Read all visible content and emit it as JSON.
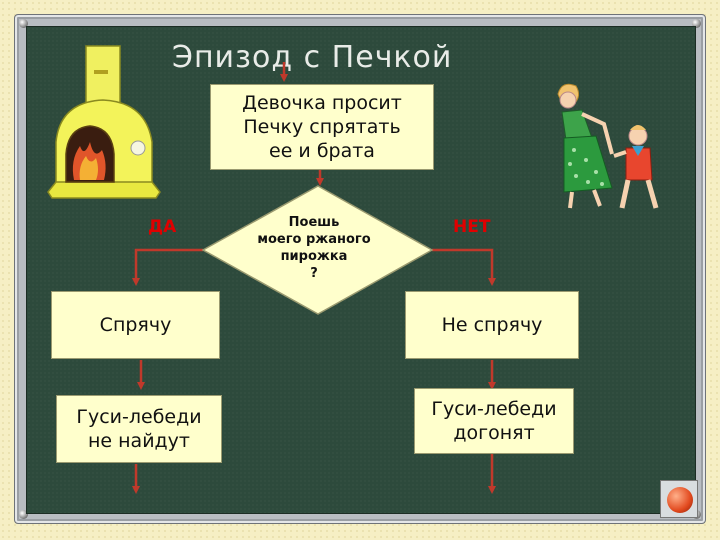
{
  "title": "Эпизод с Печкой",
  "top_box": "Девочка просит\nПечку спрятать\nее и брата",
  "decision": "Поешь\nмоего ржаного\nпирожка\n?",
  "yes_label": "ДА",
  "no_label": "НЕТ",
  "left_box": "Спрячу",
  "right_box": "Не спрячу",
  "left_result": "Гуси-лебеди\nне найдут",
  "right_result": "Гуси-лебеди\nдогонят",
  "colors": {
    "board": "#2d4a3c",
    "box_fill": "#ffffcc",
    "arrow": "#c0392b",
    "label": "#e00000"
  },
  "icons": [
    "stove-icon",
    "girl-and-boy-icon",
    "end-button-icon"
  ]
}
